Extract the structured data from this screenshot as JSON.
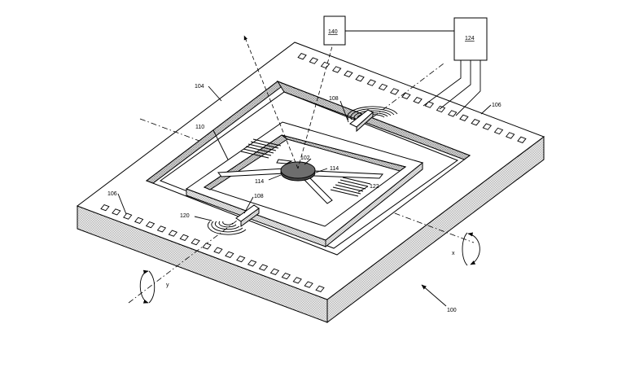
{
  "labels": {
    "l100": "100",
    "l102": "102",
    "l104": "104",
    "l106a": "106",
    "l106b": "106",
    "l108a": "108",
    "l108b": "108",
    "l110": "110",
    "l114a": "114",
    "l114b": "114",
    "l120": "120",
    "l122": "122",
    "l124": "124",
    "l140": "140",
    "lx": "x",
    "ly": "y"
  },
  "colors": {
    "stroke": "#000000",
    "background": "#ffffff",
    "hatch": "#9a9a9a",
    "mirror": "#6e6e6e"
  }
}
